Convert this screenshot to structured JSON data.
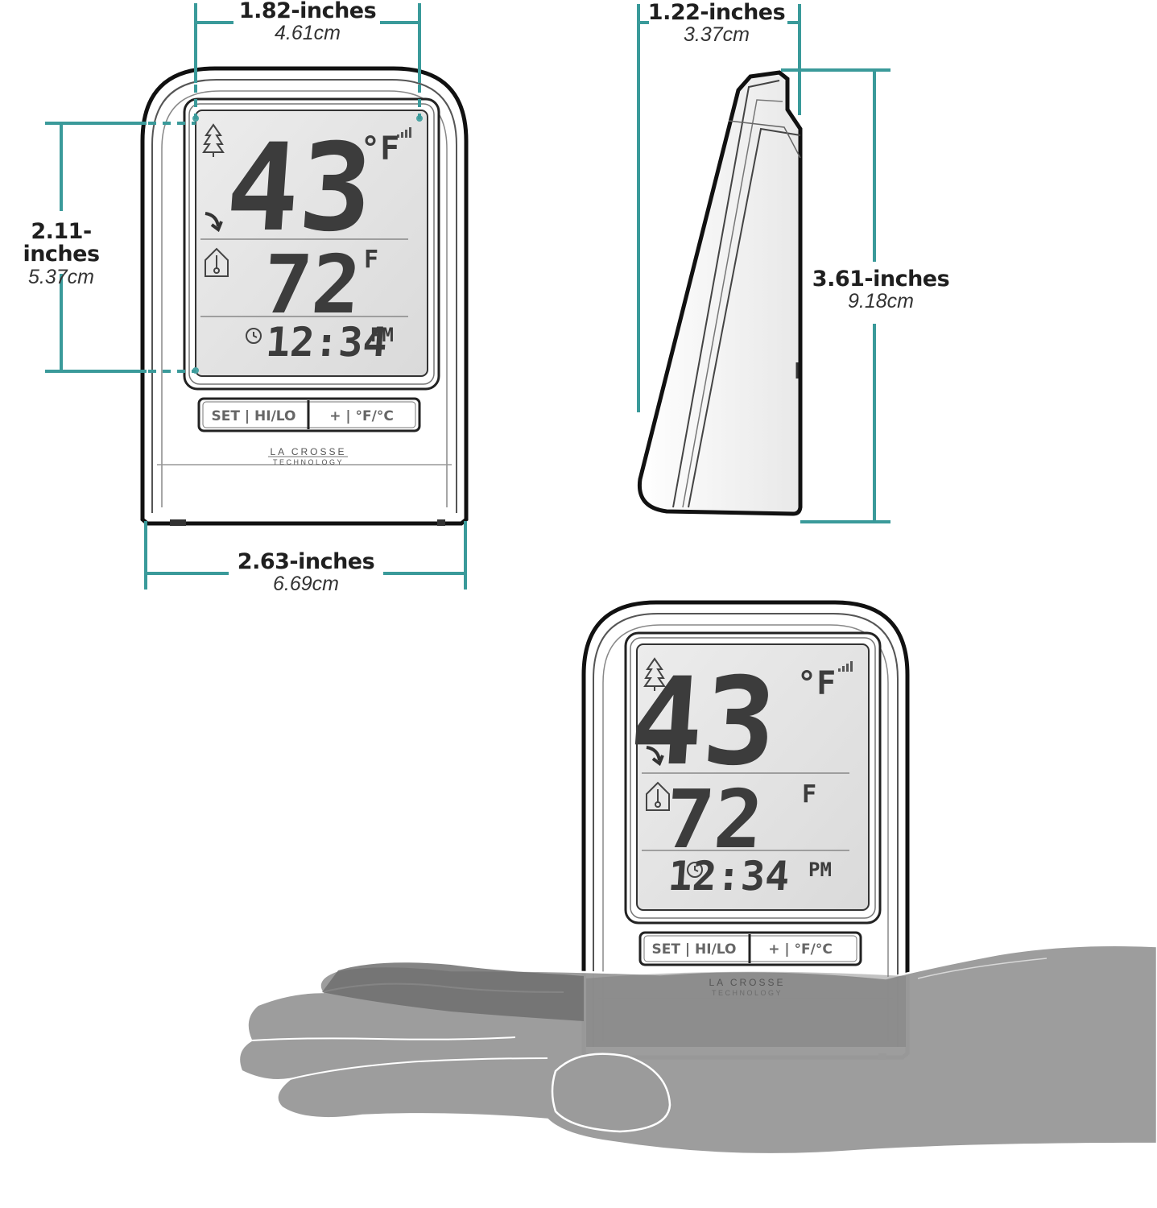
{
  "dimensions": {
    "inner_width": {
      "inches": "1.82-inches",
      "cm": "4.61cm"
    },
    "depth": {
      "inches": "1.22-inches",
      "cm": "3.37cm"
    },
    "display_height": {
      "inches": "2.11-inches",
      "cm": "5.37cm"
    },
    "total_height": {
      "inches": "3.61-inches",
      "cm": "9.18cm"
    },
    "total_width": {
      "inches": "2.63-inches",
      "cm": "6.69cm"
    }
  },
  "display": {
    "outdoor_temp": "43",
    "indoor_temp": "72",
    "unit": "°F",
    "unit_small": "F",
    "time": "12:34",
    "ampm": "PM"
  },
  "buttons": {
    "left": "SET | HI/LO",
    "right": "+ | °F/°C"
  },
  "brand": {
    "line1": "LA CROSSE",
    "line2": "TECHNOLOGY"
  },
  "colors": {
    "dimension_line": "#3a9a9a",
    "lcd": "#e4e4e4",
    "hand": "#9a9a9a"
  }
}
